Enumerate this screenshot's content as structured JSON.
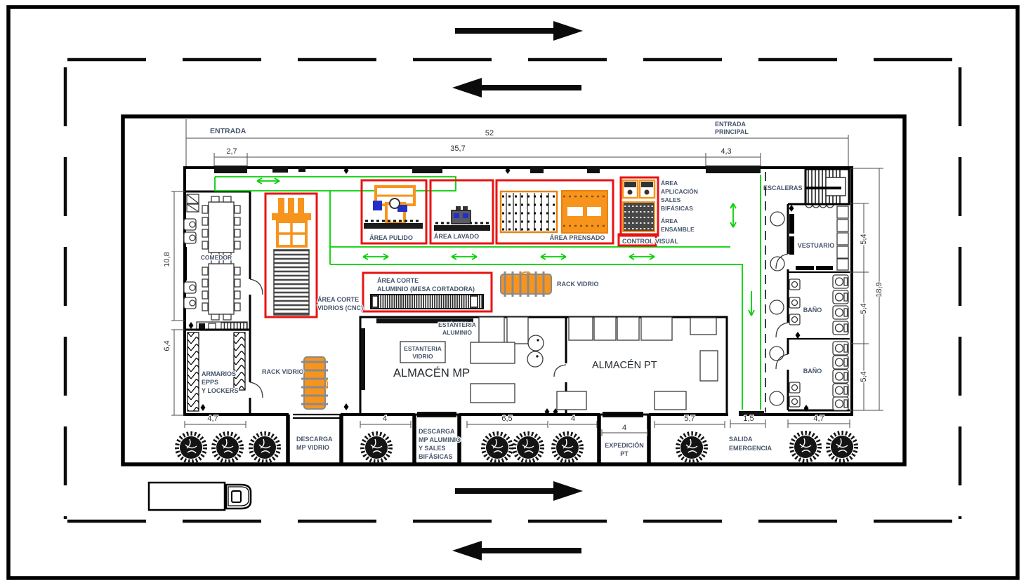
{
  "colors": {
    "area_outline_red": "#e81313",
    "machinery_orange": "#f7941d",
    "machinery_blue": "#2230c8",
    "flow_route_green": "#00cf00",
    "walls_black": "#000000",
    "label_text": "#46566c",
    "dim_text": "#2f2f2f"
  },
  "site": {
    "entrada": "ENTRADA",
    "entrada_principal": [
      "ENTRADA",
      "PRINCIPAL"
    ],
    "salida_emergencia": [
      "SALIDA",
      "EMERGENCIA"
    ],
    "escaleras": "ESCALERAS"
  },
  "dimensions": {
    "building_width_total": "52",
    "entrance_door": "2,7",
    "production_front": "35,7",
    "main_entrance_door": "4,3",
    "comedor_height": "10,8",
    "armarios_height": "6,4",
    "right_wing_total": "18,9",
    "vestuario": "5,4",
    "bano_1": "5,4",
    "bano_2": "5,4",
    "bottom_left_trees": "4,7",
    "descarga_vidrio_front": "4",
    "mid_trees": "6,5",
    "almacen_front": "4",
    "expedicion_door": "4",
    "pt_front": "5,7",
    "salida_door": "1,5",
    "bottom_right_trees": "4,7"
  },
  "rooms": {
    "comedor": "COMEDOR",
    "armarios": [
      "ARMARIOS",
      "EPPS",
      "Y LOCKERS"
    ],
    "vestuario": "VESTUARIO",
    "bano_1": "BAÑO",
    "bano_2": "BAÑO",
    "almacen_mp": "ALMACÉN MP",
    "almacen_pt": "ALMACÉN PT"
  },
  "work_areas": {
    "pulido": "ÁREA PULIDO",
    "lavado": "ÁREA LAVADO",
    "prensado": "ÁREA PRENSADO",
    "control_visual": "CONTROL VISUAL",
    "aplicacion_sales": [
      "ÁREA",
      "APLICACIÓN",
      "SALES",
      "BIFÁSICAS"
    ],
    "ensamble": [
      "ÁREA",
      "ENSAMBLE"
    ],
    "corte_vidrios": [
      "ÁREA CORTE",
      "VIDRIOS (CNC)"
    ],
    "corte_aluminio": [
      "ÁREA CORTE",
      "ALUMINIO (MESA CORTADORA)"
    ]
  },
  "storage": {
    "rack_vidrio_left": "RACK VIDRIO",
    "rack_vidrio_right": "RACK VIDRIO",
    "estanteria_aluminio": [
      "ESTANTERIA",
      "ALUMINIO"
    ],
    "estanteria_vidrio": [
      "ESTANTERIA",
      "VIDRIO"
    ]
  },
  "docks": {
    "descarga_mp_vidrio": [
      "DESCARGA",
      "MP VIDRIO"
    ],
    "descarga_mp_aluminio": [
      "DESCARGA",
      "MP ALUMINIO",
      "Y SALES",
      "BIFÁSICAS"
    ],
    "expedicion_pt": [
      "EXPEDICIÓN",
      "PT"
    ]
  }
}
